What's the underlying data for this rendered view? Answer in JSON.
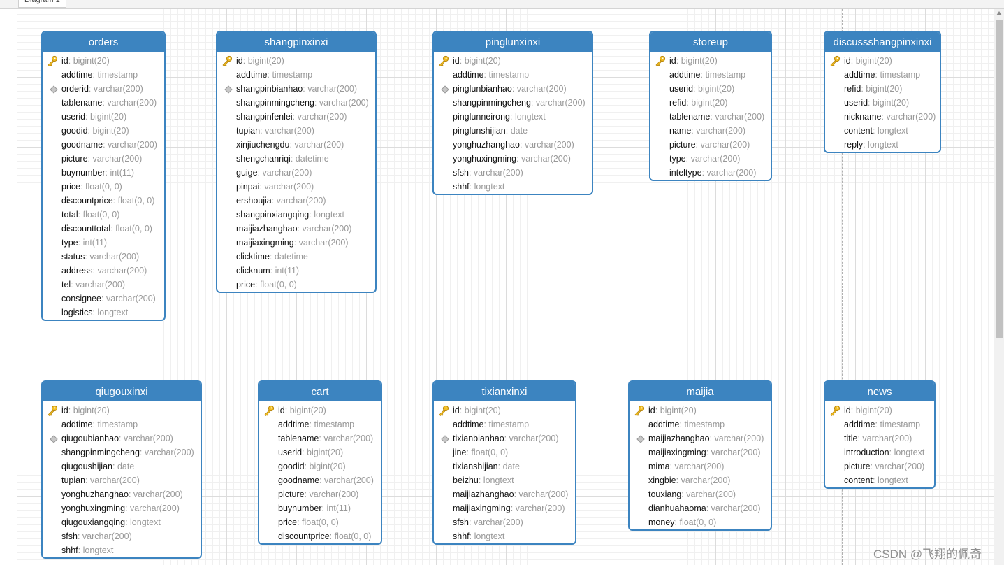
{
  "tab": {
    "label": "Diagram 1"
  },
  "watermark": "CSDN @飞翔的佩奇",
  "tables": [
    {
      "name": "orders",
      "fields": [
        {
          "name": "id",
          "type": "bigint(20)",
          "key": "primary"
        },
        {
          "name": "addtime",
          "type": "timestamp"
        },
        {
          "name": "orderid",
          "type": "varchar(200)",
          "key": "index"
        },
        {
          "name": "tablename",
          "type": "varchar(200)"
        },
        {
          "name": "userid",
          "type": "bigint(20)"
        },
        {
          "name": "goodid",
          "type": "bigint(20)"
        },
        {
          "name": "goodname",
          "type": "varchar(200)"
        },
        {
          "name": "picture",
          "type": "varchar(200)"
        },
        {
          "name": "buynumber",
          "type": "int(11)"
        },
        {
          "name": "price",
          "type": "float(0, 0)"
        },
        {
          "name": "discountprice",
          "type": "float(0, 0)"
        },
        {
          "name": "total",
          "type": "float(0, 0)"
        },
        {
          "name": "discounttotal",
          "type": "float(0, 0)"
        },
        {
          "name": "type",
          "type": "int(11)"
        },
        {
          "name": "status",
          "type": "varchar(200)"
        },
        {
          "name": "address",
          "type": "varchar(200)"
        },
        {
          "name": "tel",
          "type": "varchar(200)"
        },
        {
          "name": "consignee",
          "type": "varchar(200)"
        },
        {
          "name": "logistics",
          "type": "longtext"
        }
      ]
    },
    {
      "name": "shangpinxinxi",
      "fields": [
        {
          "name": "id",
          "type": "bigint(20)",
          "key": "primary"
        },
        {
          "name": "addtime",
          "type": "timestamp"
        },
        {
          "name": "shangpinbianhao",
          "type": "varchar(200)",
          "key": "index"
        },
        {
          "name": "shangpinmingcheng",
          "type": "varchar(200)"
        },
        {
          "name": "shangpinfenlei",
          "type": "varchar(200)"
        },
        {
          "name": "tupian",
          "type": "varchar(200)"
        },
        {
          "name": "xinjiuchengdu",
          "type": "varchar(200)"
        },
        {
          "name": "shengchanriqi",
          "type": "datetime"
        },
        {
          "name": "guige",
          "type": "varchar(200)"
        },
        {
          "name": "pinpai",
          "type": "varchar(200)"
        },
        {
          "name": "ershoujia",
          "type": "varchar(200)"
        },
        {
          "name": "shangpinxiangqing",
          "type": "longtext"
        },
        {
          "name": "maijiazhanghao",
          "type": "varchar(200)"
        },
        {
          "name": "maijiaxingming",
          "type": "varchar(200)"
        },
        {
          "name": "clicktime",
          "type": "datetime"
        },
        {
          "name": "clicknum",
          "type": "int(11)"
        },
        {
          "name": "price",
          "type": "float(0, 0)"
        }
      ]
    },
    {
      "name": "pinglunxinxi",
      "fields": [
        {
          "name": "id",
          "type": "bigint(20)",
          "key": "primary"
        },
        {
          "name": "addtime",
          "type": "timestamp"
        },
        {
          "name": "pinglunbianhao",
          "type": "varchar(200)",
          "key": "index"
        },
        {
          "name": "shangpinmingcheng",
          "type": "varchar(200)"
        },
        {
          "name": "pinglunneirong",
          "type": "longtext"
        },
        {
          "name": "pinglunshijian",
          "type": "date"
        },
        {
          "name": "yonghuzhanghao",
          "type": "varchar(200)"
        },
        {
          "name": "yonghuxingming",
          "type": "varchar(200)"
        },
        {
          "name": "sfsh",
          "type": "varchar(200)"
        },
        {
          "name": "shhf",
          "type": "longtext"
        }
      ]
    },
    {
      "name": "storeup",
      "fields": [
        {
          "name": "id",
          "type": "bigint(20)",
          "key": "primary"
        },
        {
          "name": "addtime",
          "type": "timestamp"
        },
        {
          "name": "userid",
          "type": "bigint(20)"
        },
        {
          "name": "refid",
          "type": "bigint(20)"
        },
        {
          "name": "tablename",
          "type": "varchar(200)"
        },
        {
          "name": "name",
          "type": "varchar(200)"
        },
        {
          "name": "picture",
          "type": "varchar(200)"
        },
        {
          "name": "type",
          "type": "varchar(200)"
        },
        {
          "name": "inteltype",
          "type": "varchar(200)"
        }
      ]
    },
    {
      "name": "discussshangpinxinxi",
      "fields": [
        {
          "name": "id",
          "type": "bigint(20)",
          "key": "primary"
        },
        {
          "name": "addtime",
          "type": "timestamp"
        },
        {
          "name": "refid",
          "type": "bigint(20)"
        },
        {
          "name": "userid",
          "type": "bigint(20)"
        },
        {
          "name": "nickname",
          "type": "varchar(200)"
        },
        {
          "name": "content",
          "type": "longtext"
        },
        {
          "name": "reply",
          "type": "longtext"
        }
      ]
    },
    {
      "name": "qiugouxinxi",
      "fields": [
        {
          "name": "id",
          "type": "bigint(20)",
          "key": "primary"
        },
        {
          "name": "addtime",
          "type": "timestamp"
        },
        {
          "name": "qiugoubianhao",
          "type": "varchar(200)",
          "key": "index"
        },
        {
          "name": "shangpinmingcheng",
          "type": "varchar(200)"
        },
        {
          "name": "qiugoushijian",
          "type": "date"
        },
        {
          "name": "tupian",
          "type": "varchar(200)"
        },
        {
          "name": "yonghuzhanghao",
          "type": "varchar(200)"
        },
        {
          "name": "yonghuxingming",
          "type": "varchar(200)"
        },
        {
          "name": "qiugouxiangqing",
          "type": "longtext"
        },
        {
          "name": "sfsh",
          "type": "varchar(200)"
        },
        {
          "name": "shhf",
          "type": "longtext"
        }
      ]
    },
    {
      "name": "cart",
      "fields": [
        {
          "name": "id",
          "type": "bigint(20)",
          "key": "primary"
        },
        {
          "name": "addtime",
          "type": "timestamp"
        },
        {
          "name": "tablename",
          "type": "varchar(200)"
        },
        {
          "name": "userid",
          "type": "bigint(20)"
        },
        {
          "name": "goodid",
          "type": "bigint(20)"
        },
        {
          "name": "goodname",
          "type": "varchar(200)"
        },
        {
          "name": "picture",
          "type": "varchar(200)"
        },
        {
          "name": "buynumber",
          "type": "int(11)"
        },
        {
          "name": "price",
          "type": "float(0, 0)"
        },
        {
          "name": "discountprice",
          "type": "float(0, 0)"
        }
      ]
    },
    {
      "name": "tixianxinxi",
      "fields": [
        {
          "name": "id",
          "type": "bigint(20)",
          "key": "primary"
        },
        {
          "name": "addtime",
          "type": "timestamp"
        },
        {
          "name": "tixianbianhao",
          "type": "varchar(200)",
          "key": "index"
        },
        {
          "name": "jine",
          "type": "float(0, 0)"
        },
        {
          "name": "tixianshijian",
          "type": "date"
        },
        {
          "name": "beizhu",
          "type": "longtext"
        },
        {
          "name": "maijiazhanghao",
          "type": "varchar(200)"
        },
        {
          "name": "maijiaxingming",
          "type": "varchar(200)"
        },
        {
          "name": "sfsh",
          "type": "varchar(200)"
        },
        {
          "name": "shhf",
          "type": "longtext"
        }
      ]
    },
    {
      "name": "maijia",
      "fields": [
        {
          "name": "id",
          "type": "bigint(20)",
          "key": "primary"
        },
        {
          "name": "addtime",
          "type": "timestamp"
        },
        {
          "name": "maijiazhanghao",
          "type": "varchar(200)",
          "key": "index"
        },
        {
          "name": "maijiaxingming",
          "type": "varchar(200)"
        },
        {
          "name": "mima",
          "type": "varchar(200)"
        },
        {
          "name": "xingbie",
          "type": "varchar(200)"
        },
        {
          "name": "touxiang",
          "type": "varchar(200)"
        },
        {
          "name": "dianhuahaoma",
          "type": "varchar(200)"
        },
        {
          "name": "money",
          "type": "float(0, 0)"
        }
      ]
    },
    {
      "name": "news",
      "fields": [
        {
          "name": "id",
          "type": "bigint(20)",
          "key": "primary"
        },
        {
          "name": "addtime",
          "type": "timestamp"
        },
        {
          "name": "title",
          "type": "varchar(200)"
        },
        {
          "name": "introduction",
          "type": "longtext"
        },
        {
          "name": "picture",
          "type": "varchar(200)"
        },
        {
          "name": "content",
          "type": "longtext"
        }
      ]
    }
  ]
}
